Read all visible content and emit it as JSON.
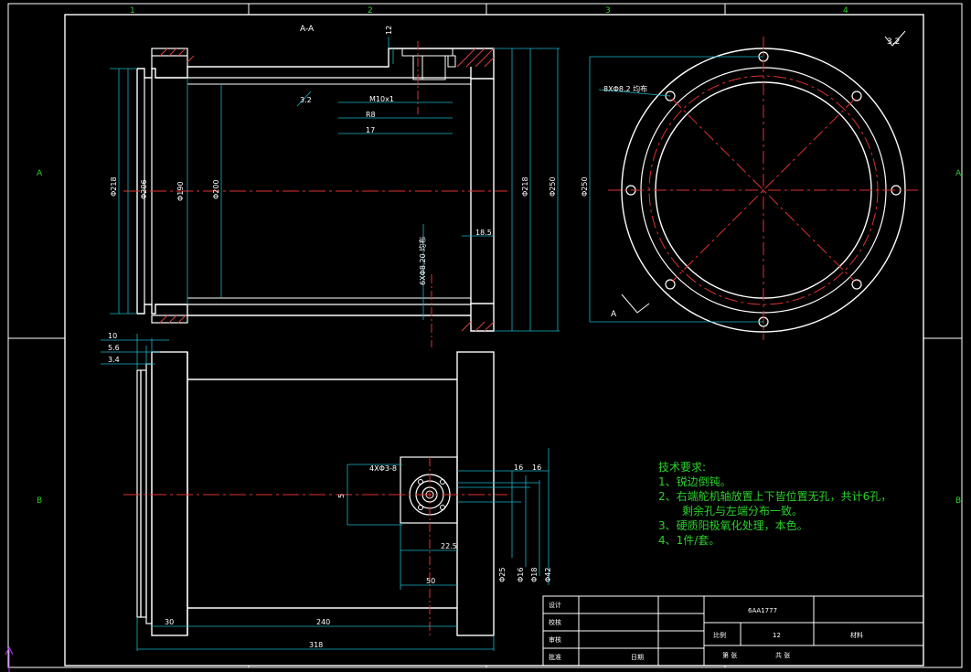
{
  "grid": {
    "top": [
      "1",
      "2",
      "3",
      "4"
    ],
    "left": [
      "A",
      "B"
    ],
    "right": [
      "A",
      "B"
    ]
  },
  "section_label": "A-A",
  "view_arrow_label": "A",
  "roughness_main": "3.2",
  "roughness_all": "3.2",
  "dims_top": {
    "d12": "12",
    "thread": "M10x1",
    "r8": "R8",
    "d17": "17",
    "d185": "18.5",
    "phi_outer": "Φ218",
    "phi_a": "Φ206",
    "phi_b": "Φ190",
    "phi_c": "Φ200",
    "phi_d": "Φ218",
    "phi_e": "Φ250",
    "holes_6": "6XΦ8.20 均布"
  },
  "dims_circle": {
    "holes_8": "8XΦ8.2 均布",
    "phi_circle": "Φ250"
  },
  "dims_bottom": {
    "d10": "10",
    "d56": "5.6",
    "d34": "3.4",
    "holes_4": "4XΦ3-8",
    "d5": "5",
    "d16a": "16",
    "d16b": "16",
    "d225": "22.5",
    "d50": "50",
    "d30": "30",
    "d240": "240",
    "d318": "318",
    "phi1": "Φ25",
    "phi2": "Φ16",
    "phi3": "Φ18",
    "phi4": "Φ42"
  },
  "notes": {
    "title": "技术要求:",
    "items": [
      "1、锐边倒钝。",
      "2、右端舵机轴放置上下皆位置无孔，共计6孔，",
      "剩余孔与左端分布一致。",
      "3、硬质阳极氧化处理，本色。",
      "4、1件/套。"
    ]
  },
  "title_block": {
    "part_no": "6AA1777",
    "qty": "12",
    "label_a": "比例",
    "label_b": "材料",
    "row1": "设计",
    "row2": "校核",
    "row3": "审核",
    "row4": "批准",
    "f1": "第 张",
    "f2": "共 张",
    "f3": "日期"
  }
}
